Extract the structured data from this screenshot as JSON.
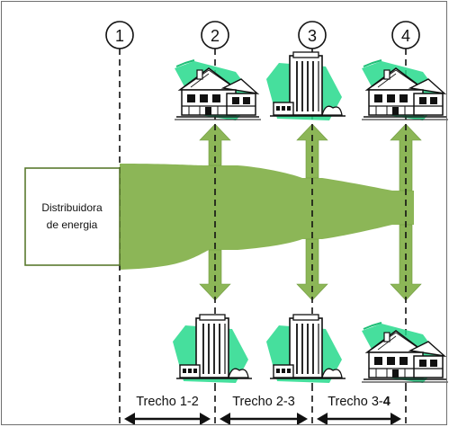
{
  "sections": {
    "n1": "1",
    "n2": "2",
    "n3": "3",
    "n4": "4"
  },
  "distributor": {
    "line1": "Distribuidora",
    "line2": "de energia"
  },
  "segments": {
    "s12": "Trecho 1-2",
    "s23": "Trecho 2-3",
    "s34_prefix": "Trecho 3-",
    "s34_bold": "4"
  },
  "colors": {
    "flow": "#8cb657",
    "flow_dark": "#6f9a3d",
    "accent_green": "#26d98c",
    "box_border": "#5a7a2e"
  }
}
